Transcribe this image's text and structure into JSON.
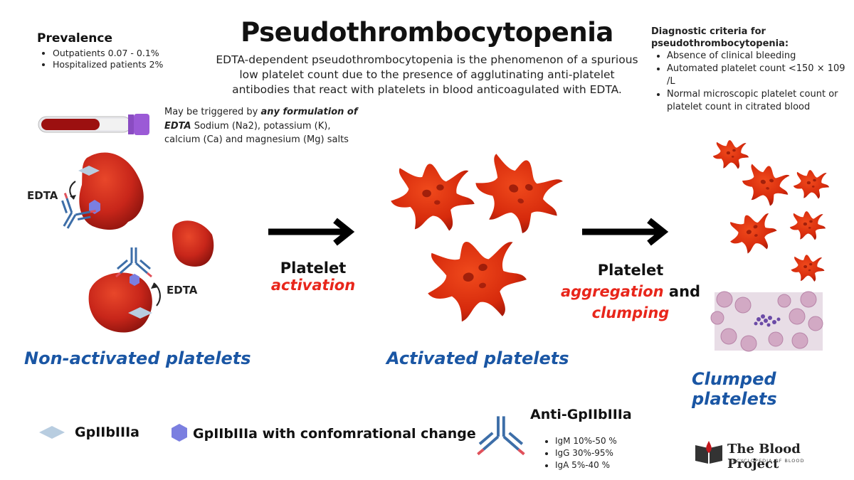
{
  "title": "Pseudothrombocytopenia",
  "intro": "EDTA-dependent pseudothrombocytopenia is the phenomenon of a spurious low platelet count due to the presence of agglutinating anti-platelet antibodies that react with platelets in blood anticoagulated with EDTA.",
  "prevalence": {
    "heading": "Prevalence",
    "items": [
      "Outpatients 0.07 - 0.1%",
      "Hospitalized patients 2%"
    ]
  },
  "diagnostic": {
    "heading": "Diagnostic criteria for pseudothrombocytopenia:",
    "items": [
      "Absence of clinical bleeding",
      "Automated platelet count <150 × 109 /L",
      "Normal microscopic platelet count or platelet count in citrated blood"
    ]
  },
  "trigger": {
    "prefix": "May be triggered by ",
    "emphasis": "any formulation of EDTA",
    "suffix": " Sodium (Na2), potassium (K), calcium (Ca) and magnesium (Mg) salts"
  },
  "edta_label": "EDTA",
  "stages": {
    "activation_word": "Platelet",
    "activation_red": "activation",
    "aggregation_word": "Platelet",
    "aggregation_red": "aggregation",
    "aggregation_and": "and",
    "clumping_red": "clumping"
  },
  "captions": {
    "non_activated": "Non-activated platelets",
    "activated": "Activated platelets",
    "clumped": "Clumped platelets"
  },
  "legend": {
    "gp": "GpIIbIIIa",
    "gp_changed": "GpIIbIIIa with confomrational change",
    "anti_heading": "Anti-GpIIbIIIa",
    "anti_items": [
      "IgM 10%-50 %",
      "IgG 30%-95%",
      "IgA 5%-40 %"
    ]
  },
  "logo": {
    "name": "The Blood Project",
    "tagline": "ENCYCLOPEDIA OF BLOOD"
  },
  "colors": {
    "platelet_red": "#d42a10",
    "caption_blue": "#1a56a4",
    "accent_red": "#e8261b",
    "gp_diamond": "#b8cde0",
    "gp_hexagon": "#7b7fe0"
  },
  "icons": [
    "blood-tube-icon",
    "arrow-right-icon",
    "antibody-icon",
    "book-drop-icon"
  ]
}
